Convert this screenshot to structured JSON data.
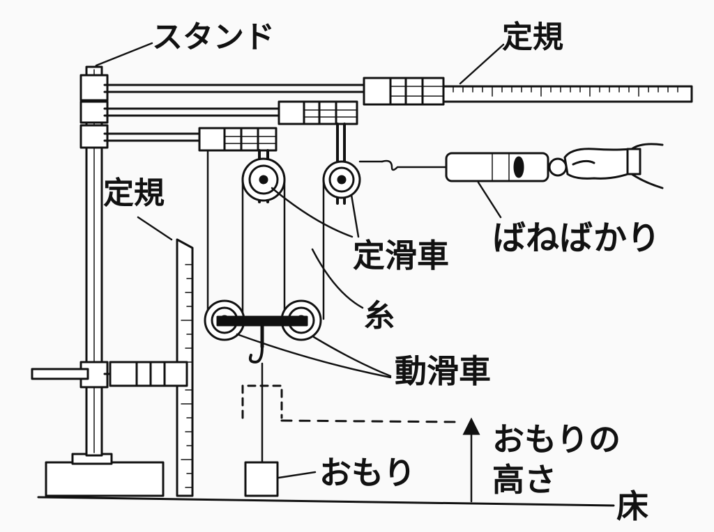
{
  "labels": {
    "stand": "スタンド",
    "ruler_top": "定規",
    "ruler_left": "定規",
    "spring_scale": "ばねばかり",
    "fixed_pulley": "定滑車",
    "string": "糸",
    "movable_pulley": "動滑車",
    "weight_height_line1": "おもりの",
    "weight_height_line2": "高さ",
    "weight": "おもり",
    "floor": "床"
  }
}
